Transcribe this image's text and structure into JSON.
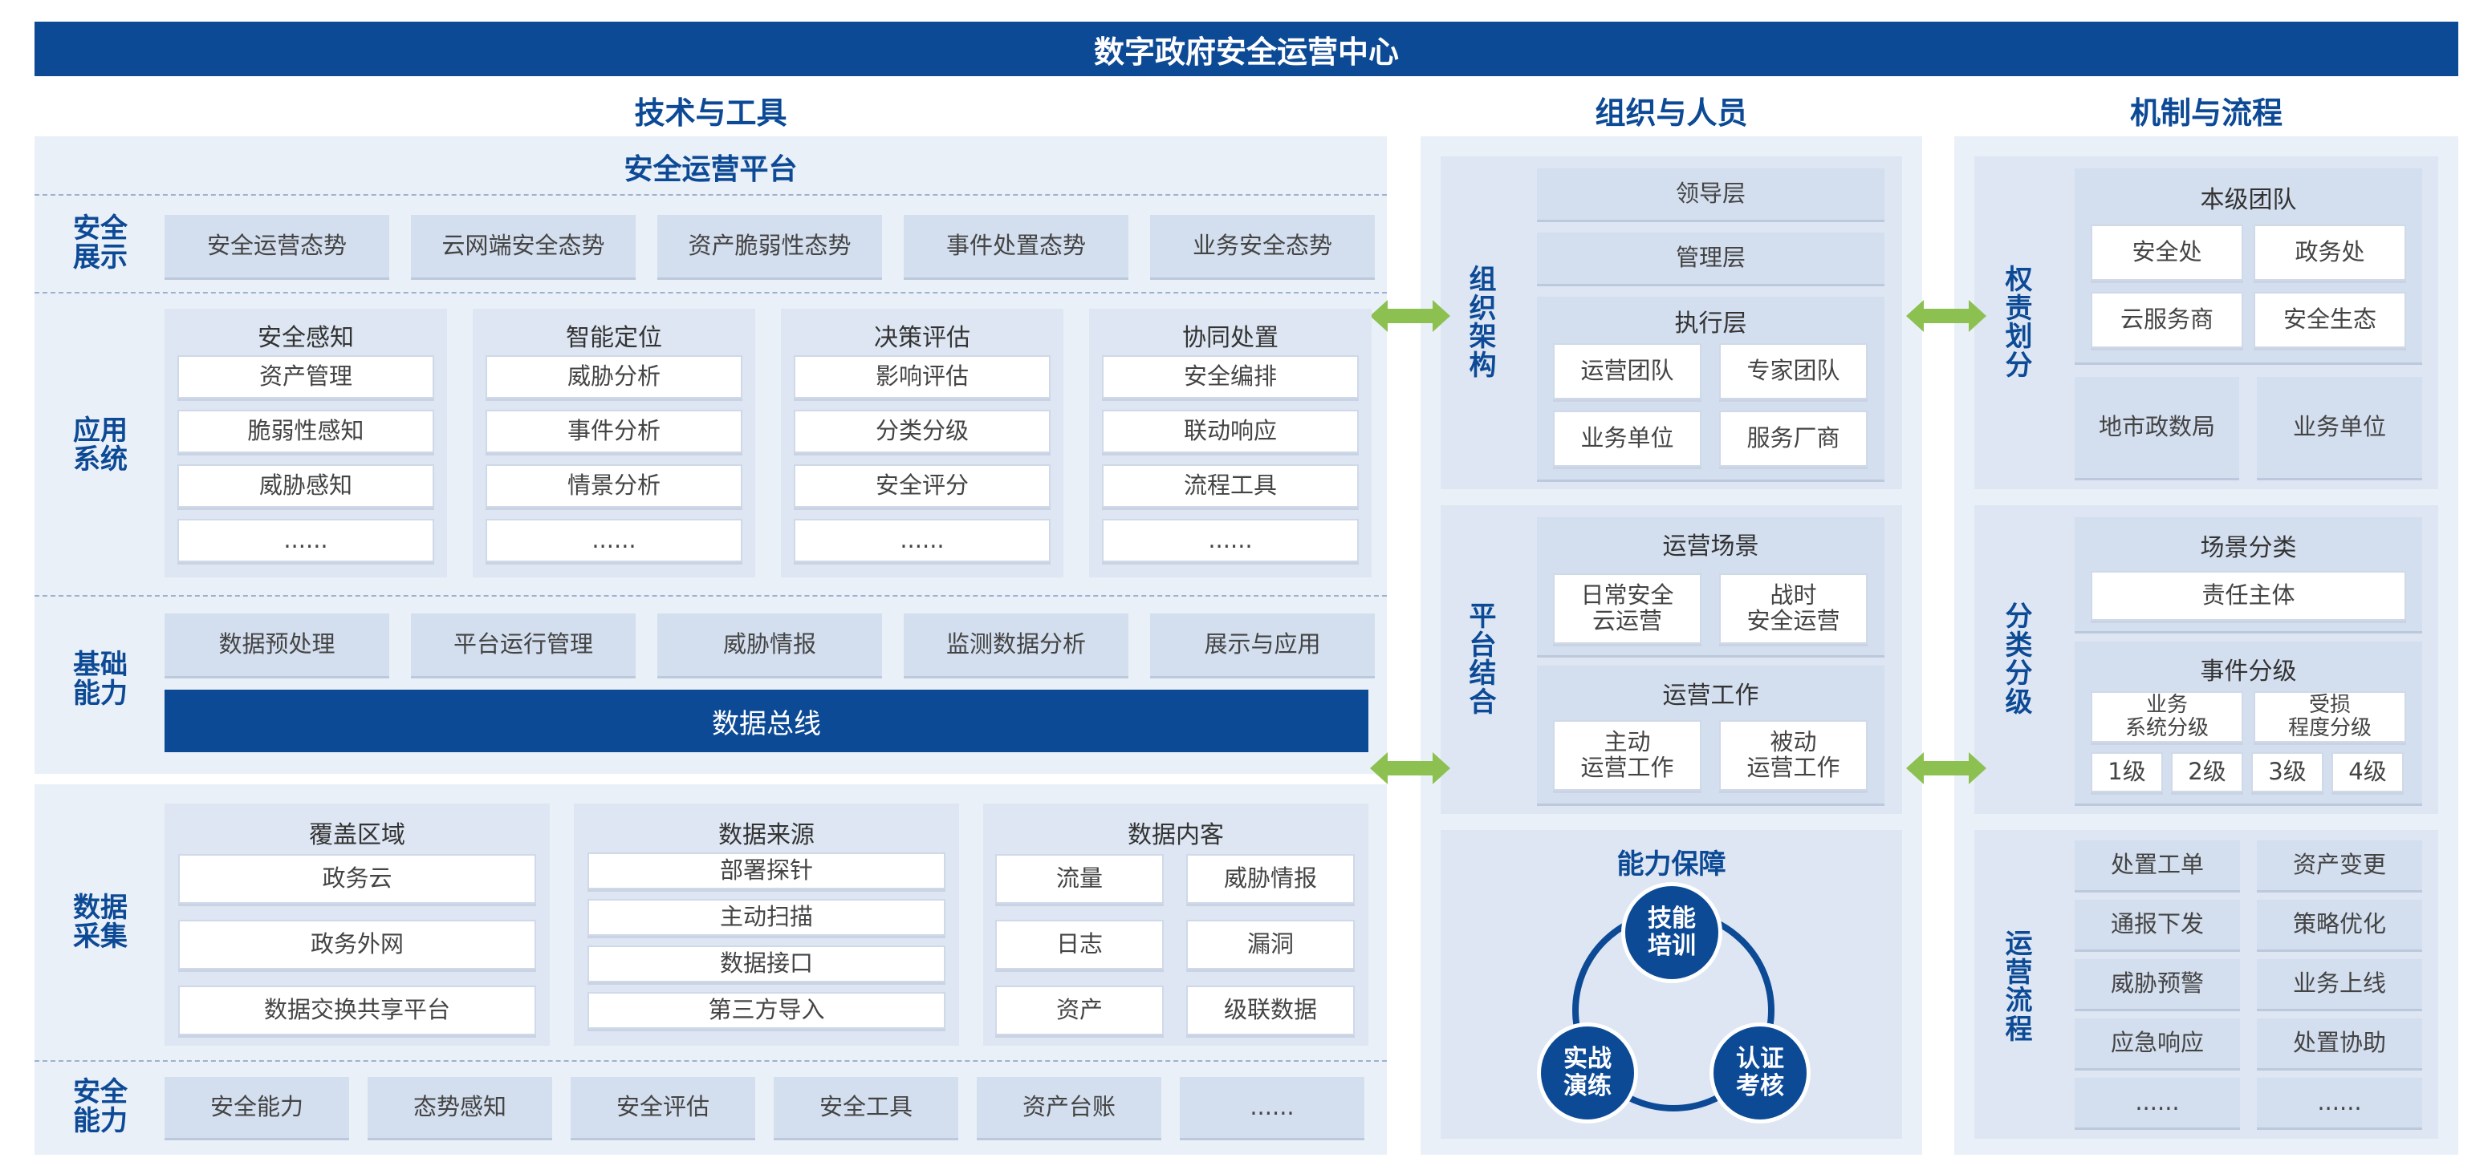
{
  "title": "数字政府安全运营中心",
  "columns": {
    "tech": "技术与工具",
    "org": "组织与人员",
    "mech": "机制与流程"
  },
  "platform_title": "安全运营平台",
  "security_display": {
    "label": "安全\n展示",
    "items": [
      "安全运营态势",
      "云网端安全态势",
      "资产脆弱性态势",
      "事件处置态势",
      "业务安全态势"
    ]
  },
  "app_system": {
    "label": "应用\n系统",
    "groups": [
      {
        "title": "安全感知",
        "items": [
          "资产管理",
          "脆弱性感知",
          "威胁感知",
          "......"
        ]
      },
      {
        "title": "智能定位",
        "items": [
          "威胁分析",
          "事件分析",
          "情景分析",
          "......"
        ]
      },
      {
        "title": "决策评估",
        "items": [
          "影响评估",
          "分类分级",
          "安全评分",
          "......"
        ]
      },
      {
        "title": "协同处置",
        "items": [
          "安全编排",
          "联动响应",
          "流程工具",
          "......"
        ]
      }
    ]
  },
  "base_capability": {
    "label": "基础\n能力",
    "items": [
      "数据预处理",
      "平台运行管理",
      "威胁情报",
      "监测数据分析",
      "展示与应用"
    ],
    "bus": "数据总线"
  },
  "data_collection": {
    "label": "数据\n采集",
    "coverage": {
      "title": "覆盖区域",
      "items": [
        "政务云",
        "政务外网",
        "数据交换共享平台"
      ]
    },
    "sources": {
      "title": "数据来源",
      "items": [
        "部署探针",
        "主动扫描",
        "数据接口",
        "第三方导入"
      ]
    },
    "content": {
      "title": "数据内客",
      "items": [
        "流量",
        "威胁情报",
        "日志",
        "漏洞",
        "资产",
        "级联数据"
      ]
    }
  },
  "security_capability": {
    "label": "安全\n能力",
    "items": [
      "安全能力",
      "态势感知",
      "安全评估",
      "安全工具",
      "资产台账",
      "......"
    ]
  },
  "org_structure": {
    "label": "组\n织\n架\n构",
    "layers": [
      "领导层",
      "管理层"
    ],
    "exec_title": "执行层",
    "exec_items": [
      "运营团队",
      "专家团队",
      "业务单位",
      "服务厂商"
    ]
  },
  "platform_combine": {
    "label": "平\n台\n结\n合",
    "scene_title": "运营场景",
    "scene_items": [
      "日常安全\n云运营",
      "战时\n安全运营"
    ],
    "work_title": "运营工作",
    "work_items": [
      "主动\n运营工作",
      "被动\n运营工作"
    ]
  },
  "capability_guarantee": {
    "title": "能力保障",
    "nodes": [
      "技能\n培训",
      "实战\n演练",
      "认证\n考核"
    ]
  },
  "responsibility": {
    "label": "权\n责\n划\n分",
    "team_title": "本级团队",
    "team_items": [
      "安全处",
      "政务处",
      "云服务商",
      "安全生态"
    ],
    "others": [
      "地市政数局",
      "业务单位"
    ]
  },
  "classification": {
    "label": "分\n类\n分\n级",
    "scene_title": "场景分类",
    "scene_item": "责任主体",
    "event_title": "事件分级",
    "event_items": [
      "业务\n系统分级",
      "受损\n程度分级"
    ],
    "levels": [
      "1级",
      "2级",
      "3级",
      "4级"
    ]
  },
  "ops_process": {
    "label": "运\n营\n流\n程",
    "items": [
      "处置工单",
      "资产变更",
      "通报下发",
      "策略优化",
      "威胁预警",
      "业务上线",
      "应急响应",
      "处置协助",
      "......",
      "......"
    ]
  },
  "colors": {
    "primary": "#0d4a96",
    "panel": "#eaf0f8",
    "zone": "#dde6f2",
    "arrow": "#8cc152"
  }
}
